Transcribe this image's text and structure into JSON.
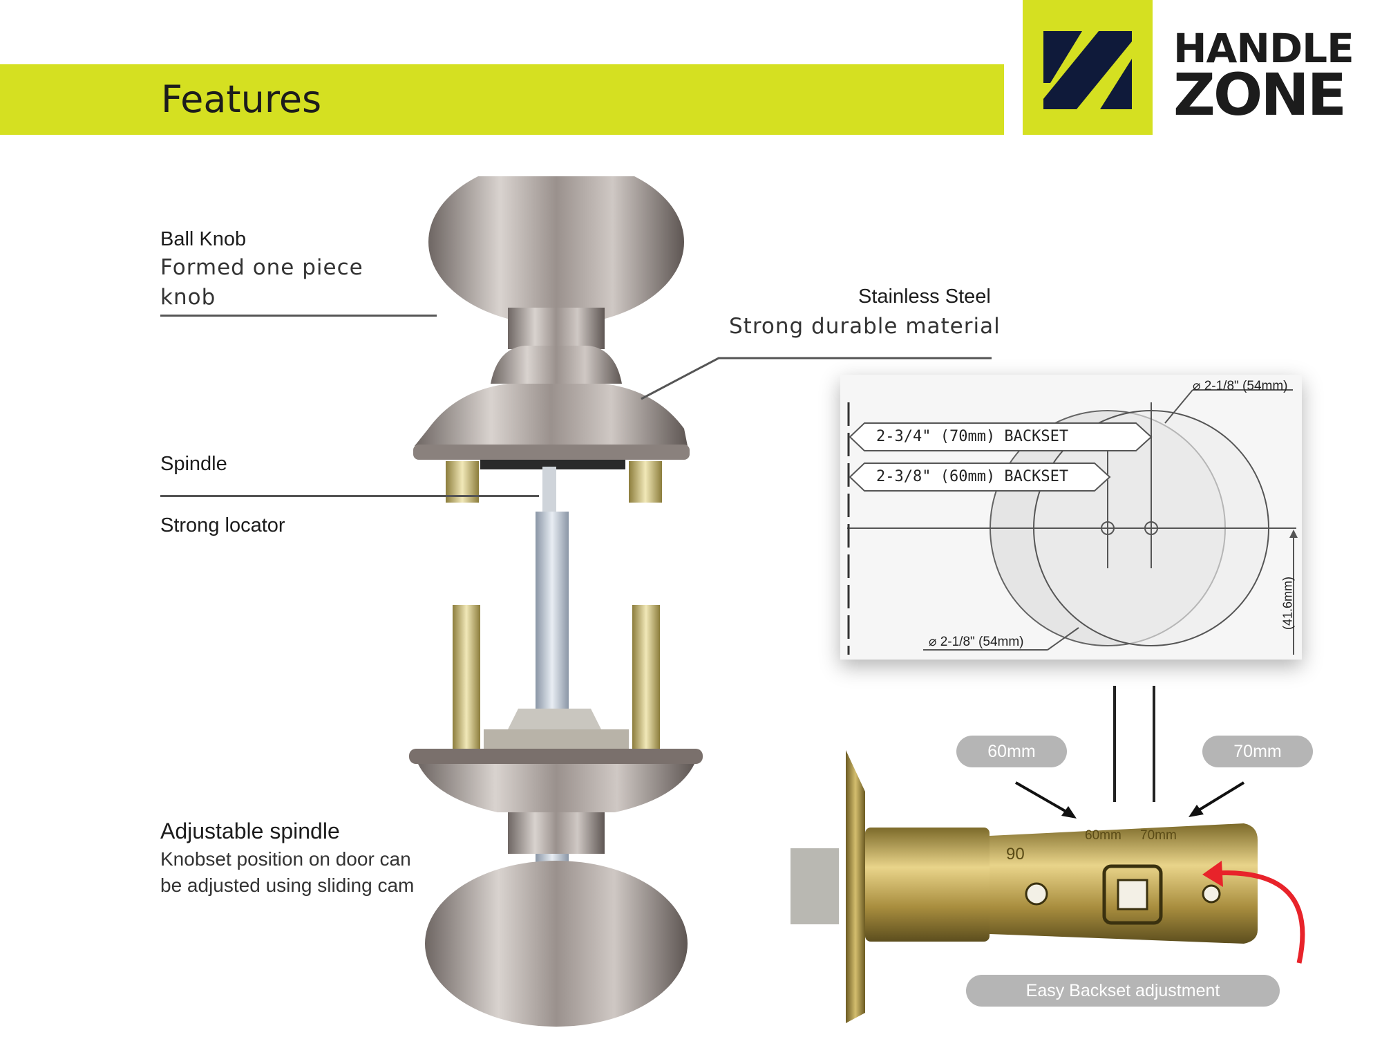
{
  "header": {
    "title": "Features"
  },
  "logo": {
    "line1": "HANDLE",
    "line2": "ZONE"
  },
  "features": {
    "ball_knob": {
      "title": "Ball Knob",
      "desc_line1": "Formed one piece",
      "desc_line2": "knob"
    },
    "stainless": {
      "title": "Stainless Steel",
      "desc": "Strong durable material"
    },
    "spindle": {
      "title": "Spindle",
      "desc": "Strong locator"
    },
    "adjustable": {
      "title": "Adjustable spindle",
      "desc_line1": "Knobset position on door can",
      "desc_line2": "be adjusted using sliding cam"
    }
  },
  "diagram": {
    "dim_top": "⌀ 2-1/8\" (54mm)",
    "backset_70": "2-3/4\" (70mm) BACKSET",
    "backset_60": "2-3/8\" (60mm) BACKSET",
    "dim_bottom": "⌀ 2-1/8\" (54mm)",
    "dim_side": "(41.6mm)"
  },
  "latch": {
    "pill_60": "60mm",
    "pill_70": "70mm",
    "stamp_60": "60mm",
    "stamp_70": "70mm",
    "stamp_90": "90",
    "caption": "Easy Backset adjustment"
  },
  "colors": {
    "accent": "#d5e021",
    "text": "#1c1c1c",
    "logo_mark": "#0f1a3a",
    "arrow": "#e8232a"
  }
}
